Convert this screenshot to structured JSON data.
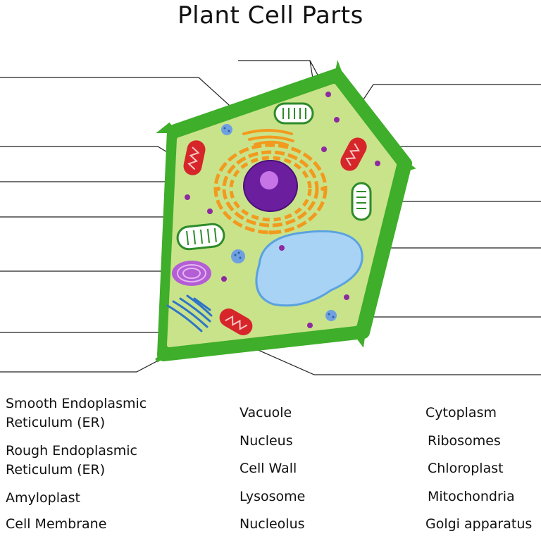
{
  "title": "Plant Cell Parts",
  "colors": {
    "cell_wall": "#3fae2a",
    "cytoplasm": "#c9e38b",
    "nucleus": "#6b1e9e",
    "nucleolus": "#c674e6",
    "rough_er": "#f29a1e",
    "vacuole": "#a9d3f5",
    "mitochondria": "#d6262a",
    "chloroplast": "#2e8b2a",
    "amyloplast": "#b45ed6",
    "smooth_er": "#2f74c8",
    "ribosome": "#8e2aa0",
    "lysosome": "#6fa0e0"
  },
  "terms": {
    "col1": [
      {
        "line1": "Smooth Endoplasmic",
        "line2": "Reticulum (ER)"
      },
      {
        "line1": "Rough Endoplasmic",
        "line2": "Reticulum (ER)"
      },
      {
        "line1": "Amyloplast"
      },
      {
        "line1": "Cell Membrane"
      }
    ],
    "col2": [
      "Vacuole",
      "Nucleus",
      "Cell Wall",
      "Lysosome",
      "Nucleolus"
    ],
    "col3": [
      "Cytoplasm",
      "Ribosomes",
      "Chloroplast",
      "Mitochondria",
      "Golgi apparatus"
    ]
  }
}
